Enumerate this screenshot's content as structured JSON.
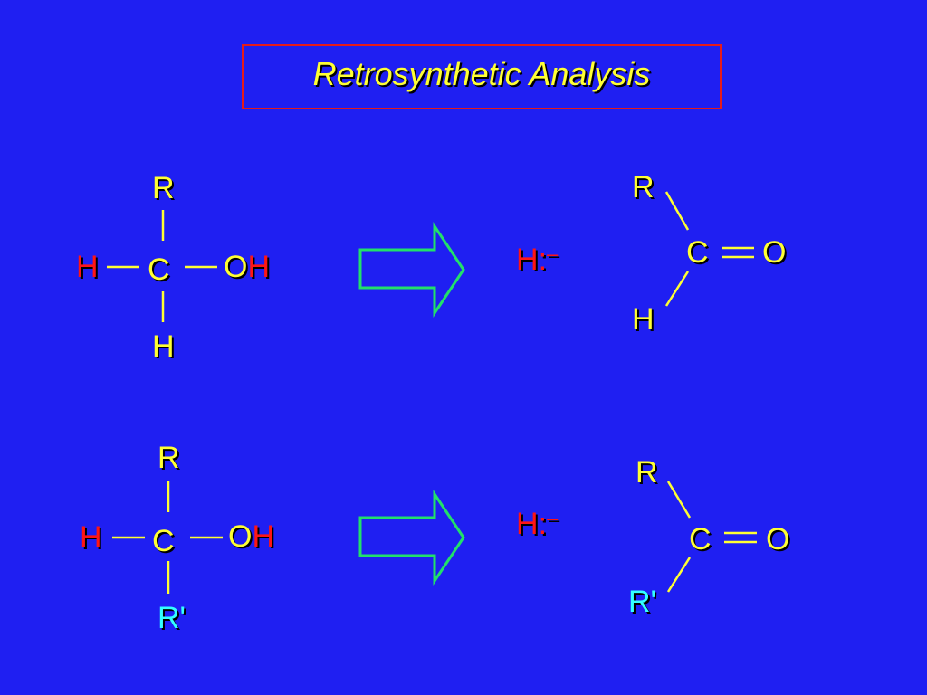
{
  "title": "Retrosynthetic Analysis",
  "colors": {
    "background": "#1f1ff2",
    "title_text": "#ffff33",
    "title_border": "#e61b1b",
    "atom_default": "#ffff33",
    "hydride": "#ff1515",
    "r_prime": "#33ffff",
    "arrow": "#22e06a"
  },
  "reaction1": {
    "reactant": {
      "top": "R",
      "left": "H",
      "center": "C",
      "right_o": "O",
      "right_h": "H",
      "bottom": "H"
    },
    "reagent": {
      "symbol": "H",
      "dots": ":",
      "charge": "–"
    },
    "product": {
      "r1": "R",
      "carbon": "C",
      "oxygen": "O",
      "r2": "H"
    }
  },
  "reaction2": {
    "reactant": {
      "top": "R",
      "left": "H",
      "center": "C",
      "right_o": "O",
      "right_h": "H",
      "bottom": "R'"
    },
    "reagent": {
      "symbol": "H",
      "dots": ":",
      "charge": "–"
    },
    "product": {
      "r1": "R",
      "carbon": "C",
      "oxygen": "O",
      "r2": "R'"
    }
  }
}
